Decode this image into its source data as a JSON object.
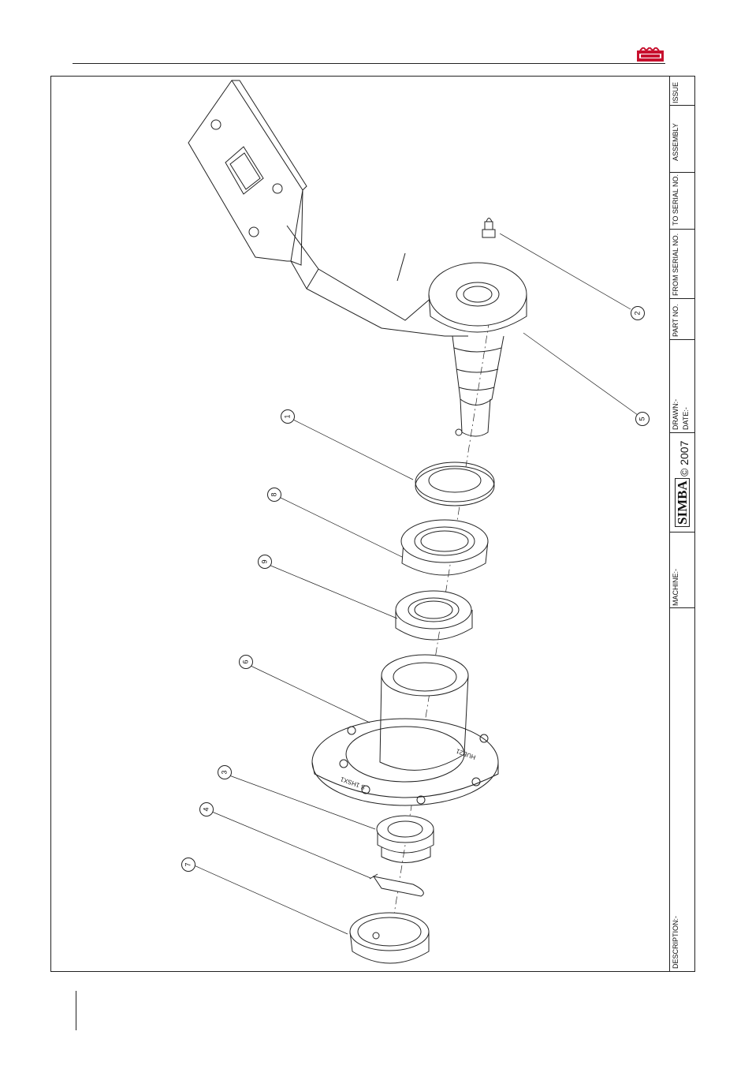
{
  "title_block": {
    "issue": "ISSUE",
    "assembly": "ASSEMBLY",
    "to_serial": "TO SERIAL NO.",
    "from_serial": "FROM SERIAL NO.",
    "part_no": "PART NO.",
    "drawn": "DRAWN:-",
    "date": "DATE:-",
    "copyright": "© 2007",
    "brand": "SIMBA",
    "machine": "MACHINE:-",
    "description": "DESCRIPTION:-"
  },
  "callouts": [
    "1",
    "2",
    "3",
    "4",
    "5",
    "6",
    "7",
    "8",
    "9"
  ],
  "hub_markings": {
    "mark_a": "S 1HSX1",
    "mark_b": "HUB21"
  },
  "colors": {
    "line": "#222222",
    "logo_red": "#c8102e"
  }
}
